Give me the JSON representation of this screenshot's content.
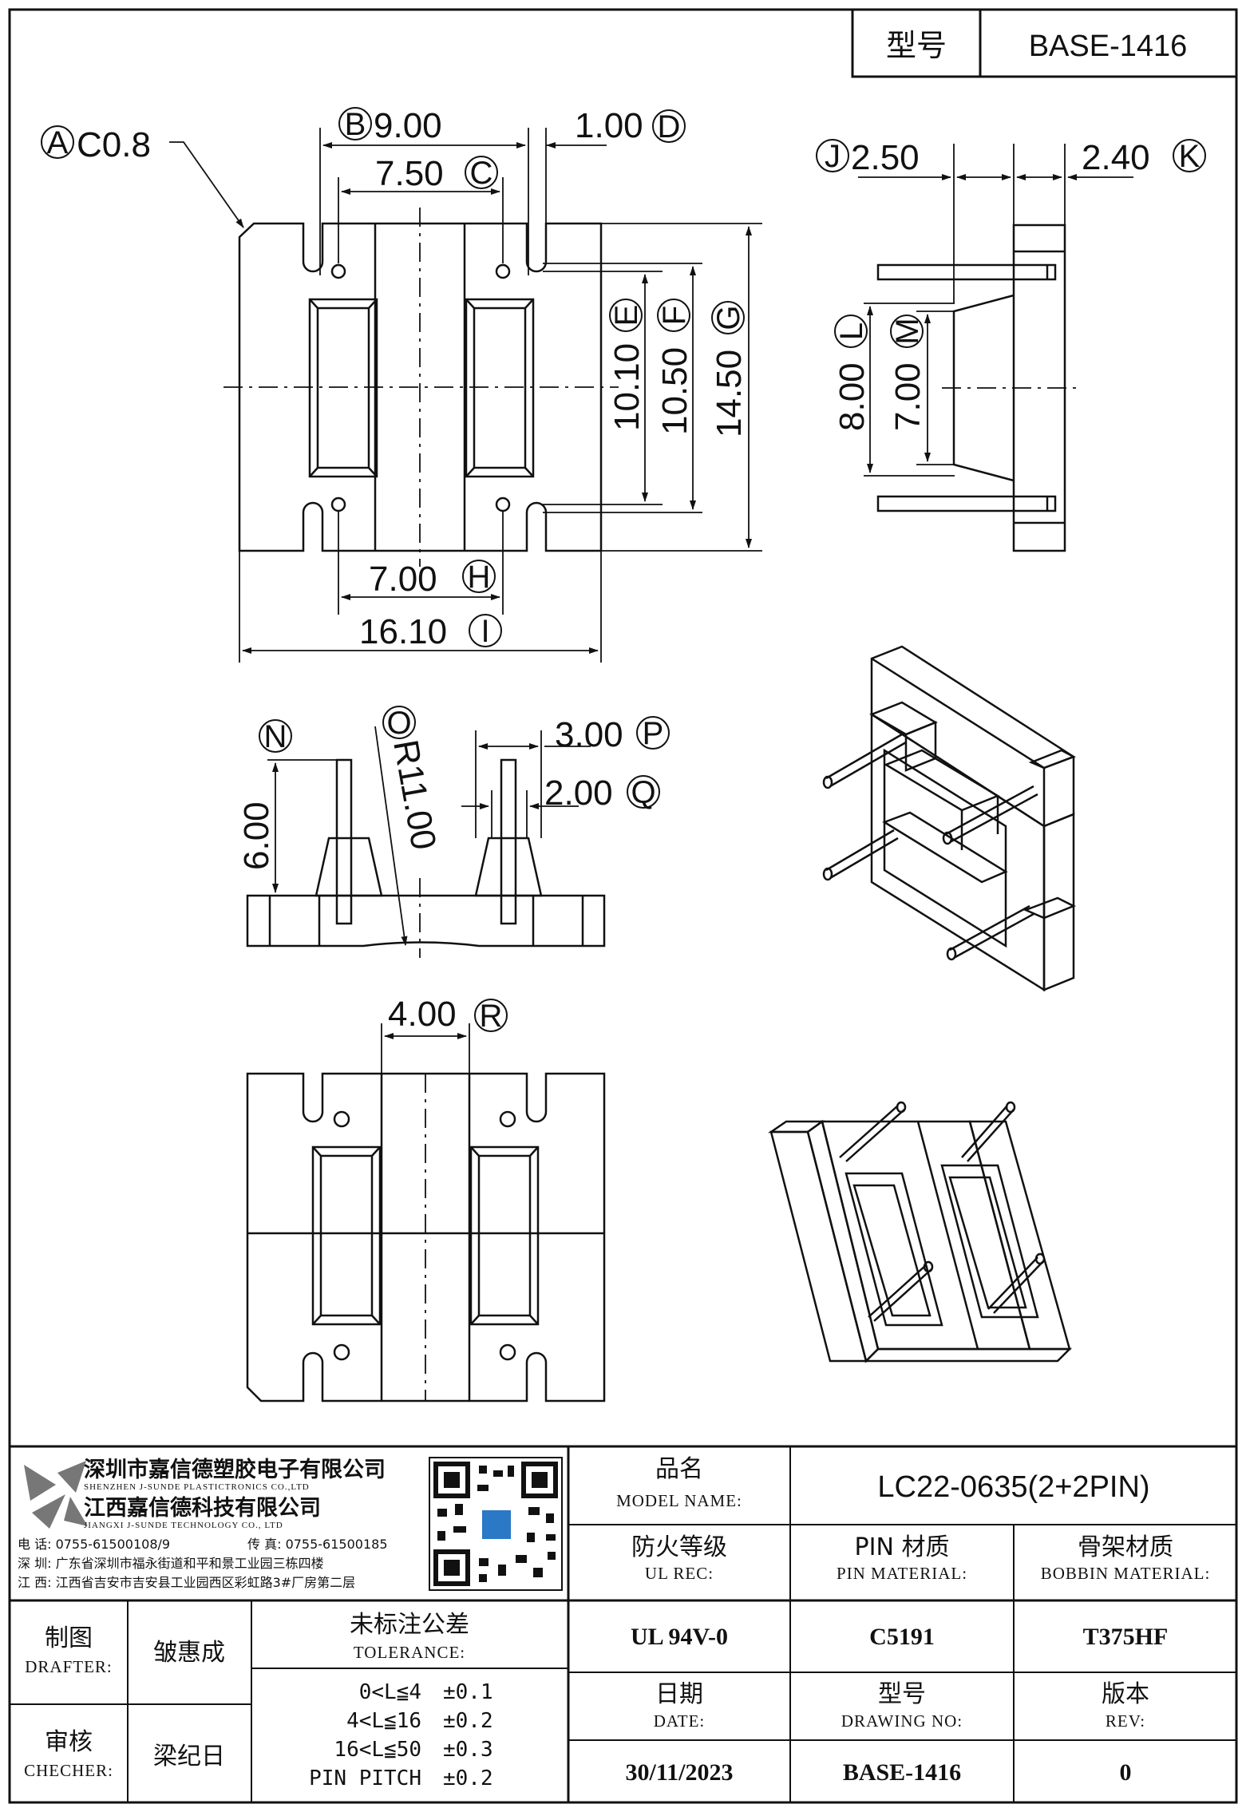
{
  "header": {
    "model_label": "型号",
    "model_value": "BASE-1416"
  },
  "dimensions": {
    "A": {
      "letter": "A",
      "value": "C0.8"
    },
    "B": {
      "letter": "B",
      "value": "9.00"
    },
    "C": {
      "letter": "C",
      "value": "7.50"
    },
    "D": {
      "letter": "D",
      "value": "1.00"
    },
    "E": {
      "letter": "E",
      "value": "10.10"
    },
    "F": {
      "letter": "F",
      "value": "10.50"
    },
    "G": {
      "letter": "G",
      "value": "14.50"
    },
    "H": {
      "letter": "H",
      "value": "7.00"
    },
    "I": {
      "letter": "I",
      "value": "16.10"
    },
    "J": {
      "letter": "J",
      "value": "2.50"
    },
    "K": {
      "letter": "K",
      "value": "2.40"
    },
    "L": {
      "letter": "L",
      "value": "8.00"
    },
    "M": {
      "letter": "M",
      "value": "7.00"
    },
    "N": {
      "letter": "N",
      "value": "6.00"
    },
    "O": {
      "letter": "O",
      "value": "R11.00"
    },
    "P": {
      "letter": "P",
      "value": "3.00"
    },
    "Q": {
      "letter": "Q",
      "value": "2.00"
    },
    "R": {
      "letter": "R",
      "value": "4.00"
    }
  },
  "company": {
    "name_sz": "深圳市嘉信德塑胶电子有限公司",
    "name_sz_en": "SHENZHEN J-SUNDE PLASTICTRONICS CO.,LTD",
    "name_jx": "江西嘉信德科技有限公司",
    "name_jx_en": "JIANGXI J-SUNDE TECHNOLOGY CO., LTD",
    "phone": "电 话: 0755-61500108/9",
    "fax": "传 真: 0755-61500185",
    "addr_sz": "深 圳: 广东省深圳市福永街道和平和景工业园三栋四楼",
    "addr_jx": "江 西: 江西省吉安市吉安县工业园西区彩虹路3#厂房第二层"
  },
  "title_block": {
    "model_name_cn": "品名",
    "model_name_en": "MODEL NAME:",
    "model_name_value": "LC22-0635(2+2PIN)",
    "ul_cn": "防火等级",
    "ul_en": "UL REC:",
    "ul_value": "UL 94V-0",
    "pin_cn": "PIN 材质",
    "pin_en": "PIN MATERIAL:",
    "pin_value": "C5191",
    "bobbin_cn": "骨架材质",
    "bobbin_en": "BOBBIN MATERIAL:",
    "bobbin_value": "T375HF",
    "date_cn": "日期",
    "date_en": "DATE:",
    "date_value": "30/11/2023",
    "drawing_cn": "型号",
    "drawing_en": "DRAWING NO:",
    "drawing_value": "BASE-1416",
    "rev_cn": "版本",
    "rev_en": "REV:",
    "rev_value": "0",
    "drafter_cn": "制图",
    "drafter_en": "DRAFTER:",
    "drafter_value": "皱惠成",
    "checker_cn": "审核",
    "checker_en": "CHECHER:",
    "checker_value": "梁纪日",
    "tolerance_cn": "未标注公差",
    "tolerance_en": "TOLERANCE:",
    "tolerance_rows": [
      {
        "range": "0<L≦4",
        "value": "±0.1"
      },
      {
        "range": "4<L≦16",
        "value": "±0.2"
      },
      {
        "range": "16<L≦50",
        "value": "±0.3"
      },
      {
        "range": "PIN PITCH",
        "value": "±0.2"
      }
    ]
  }
}
